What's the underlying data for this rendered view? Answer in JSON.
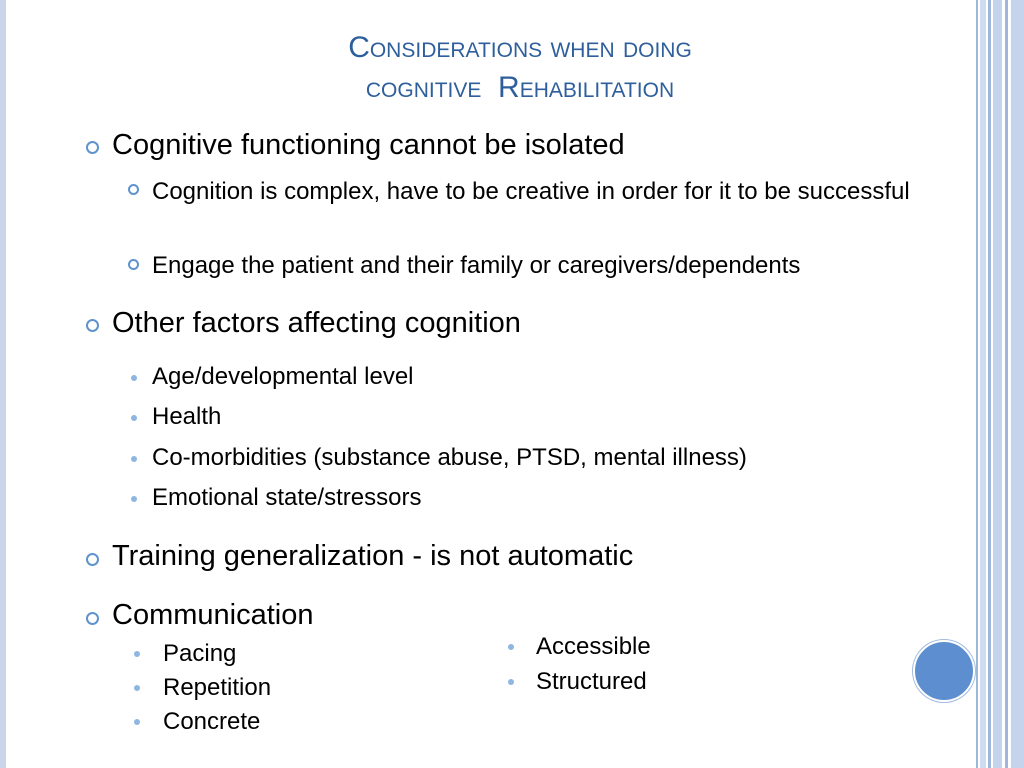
{
  "slide": {
    "title_line1": "Considerations when doing",
    "title_line2": "cognitive  Rehabilitation",
    "colors": {
      "title": "#2e5f9c",
      "bullet_ring": "#5f93cd",
      "bullet_dot": "#8db6e0",
      "circle": "#5d8fd0"
    },
    "sections": [
      {
        "heading": "Cognitive functioning cannot be isolated",
        "items": [
          "Cognition is complex, have to be creative in order for it to be successful",
          "Engage the patient and their family or caregivers/dependents"
        ]
      },
      {
        "heading": "Other factors affecting cognition",
        "items": [
          "Age/developmental level",
          "Health",
          "Co-morbidities (substance abuse, PTSD, mental illness)",
          "Emotional state/stressors"
        ]
      },
      {
        "heading": "Training generalization - is not automatic",
        "items": []
      },
      {
        "heading": "Communication",
        "left_items": [
          "Pacing",
          "Repetition",
          "Concrete"
        ],
        "right_items": [
          "Accessible",
          "Structured"
        ]
      }
    ]
  }
}
